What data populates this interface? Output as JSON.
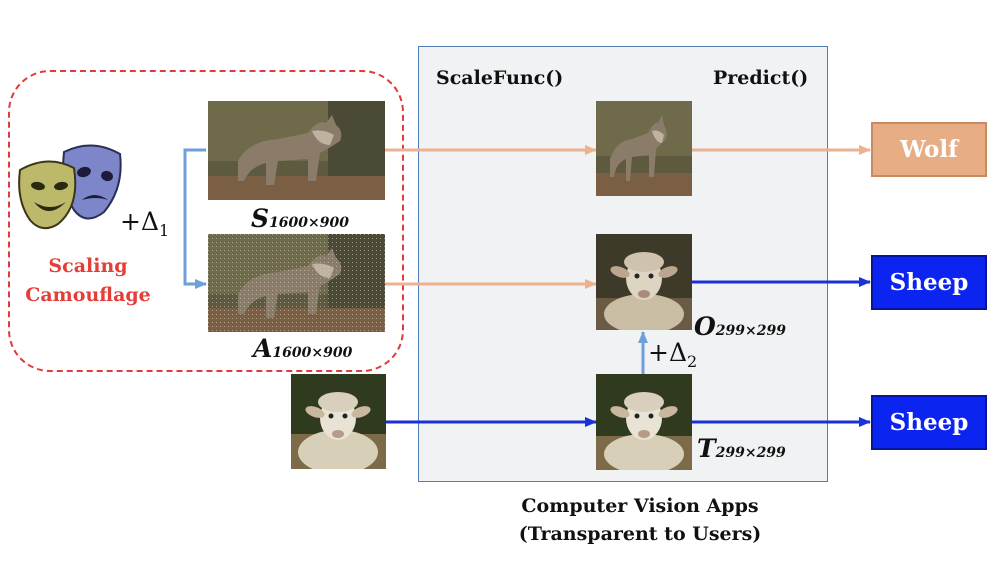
{
  "labels": {
    "scale_func": "ScaleFunc()",
    "predict": "Predict()",
    "camouflage_line1": "Scaling",
    "camouflage_line2": "Camouflage",
    "delta1": "+Δ",
    "delta1_sub": "1",
    "delta2": "+Δ",
    "delta2_sub": "2",
    "caption_line1": "Computer Vision Apps",
    "caption_line2": "(Transparent to Users)"
  },
  "variables": {
    "S": {
      "letter": "S",
      "sub": "1600×900"
    },
    "A": {
      "letter": "A",
      "sub": "1600×900"
    },
    "O": {
      "letter": "O",
      "sub": "299×299"
    },
    "T": {
      "letter": "T",
      "sub": "299×299"
    }
  },
  "predictions": [
    {
      "label": "Wolf",
      "fill": "#e7ad85",
      "border": "#c98a5f"
    },
    {
      "label": "Sheep",
      "fill": "#0b24f0",
      "border": "#06169a"
    },
    {
      "label": "Sheep",
      "fill": "#0b24f0",
      "border": "#06169a"
    }
  ],
  "colors": {
    "accent_red": "#e23b3b",
    "arrow_orange": "#e9b391",
    "arrow_blue": "#1a31d6",
    "arrow_lightblue": "#6e9fd9",
    "box_border": "#4f7db5"
  },
  "icons": {
    "masks": "theater-masks-icon",
    "wolf": "wolf-image",
    "sheep": "sheep-image"
  }
}
